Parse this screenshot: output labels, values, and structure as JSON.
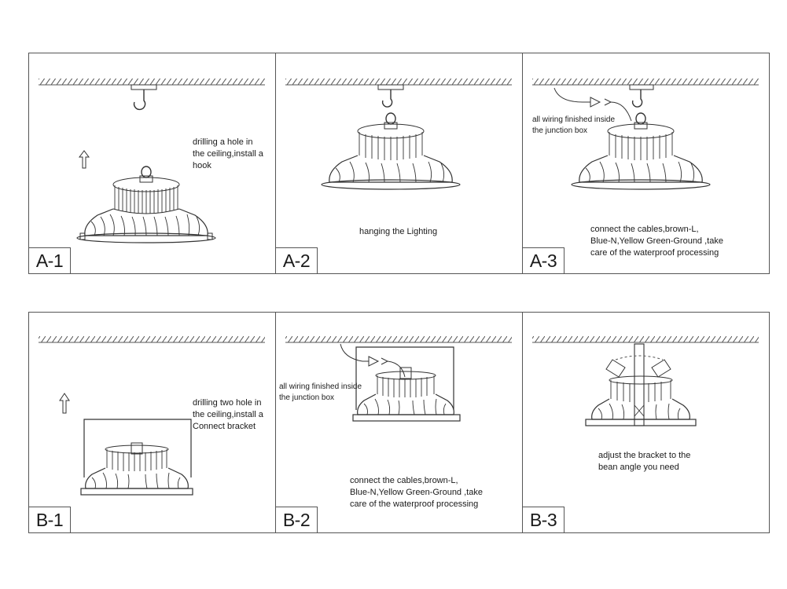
{
  "panels": [
    {
      "id": "A-1",
      "caption": "drilling a hole in\nthe ceiling,install a\nhook"
    },
    {
      "id": "A-2",
      "caption": "hanging the Lighting"
    },
    {
      "id": "A-3",
      "note": "all wiring finished inside\nthe junction box",
      "caption": "connect the cables,brown-L,\nBlue-N,Yellow Green-Ground ,take\ncare of the waterproof processing"
    },
    {
      "id": "B-1",
      "caption": "drilling two hole in\nthe ceiling,install a\nConnect bracket"
    },
    {
      "id": "B-2",
      "note": "all wiring finished inside\nthe junction box",
      "caption": "connect the cables,brown-L,\nBlue-N,Yellow Green-Ground ,take\ncare of the waterproof processing"
    },
    {
      "id": "B-3",
      "caption": "adjust the bracket to the\nbean angle you need"
    }
  ]
}
